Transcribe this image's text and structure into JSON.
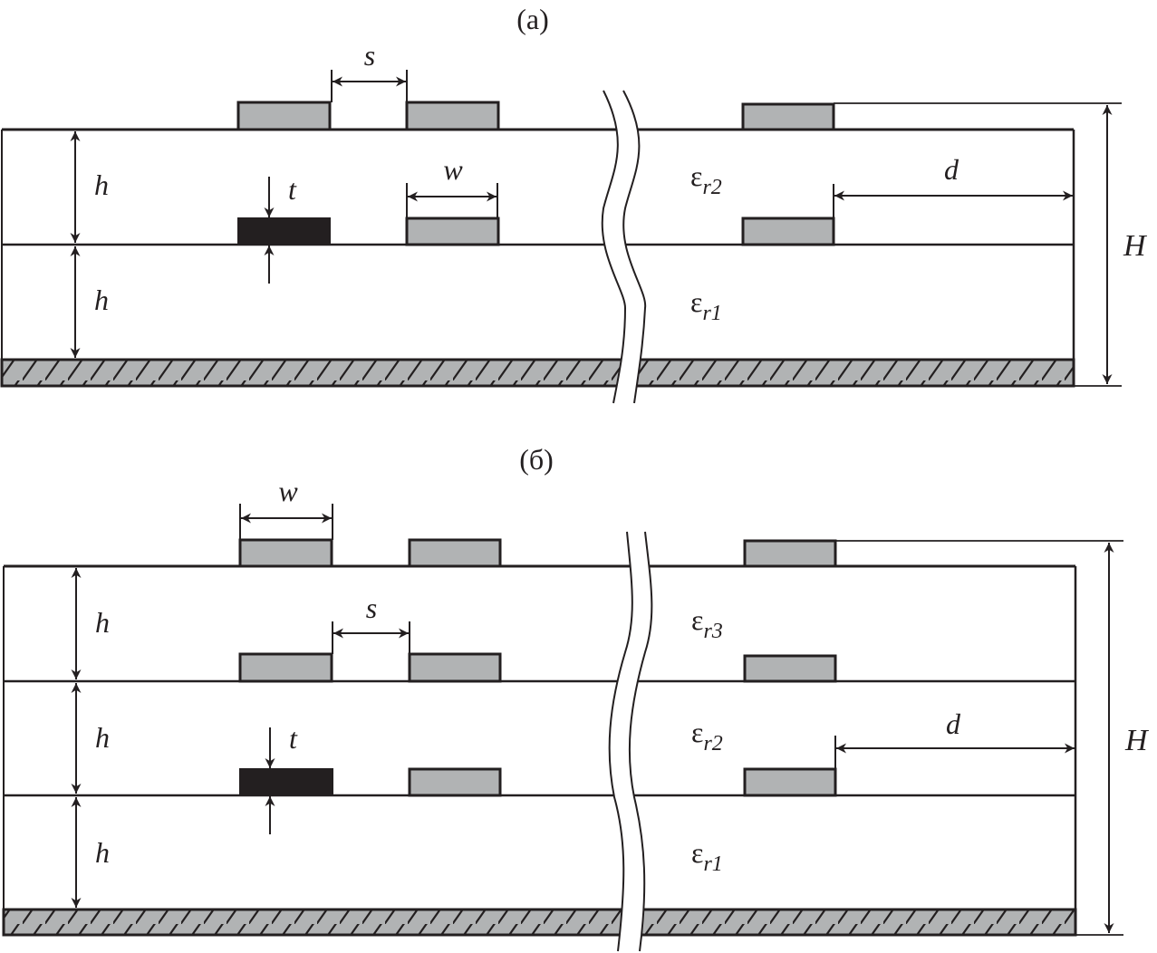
{
  "colors": {
    "stroke": "#231f20",
    "trace_fill": "#b1b3b4",
    "thick_trace_fill": "#231f20",
    "ground_fill": "#b1b3b4",
    "background": "#ffffff"
  },
  "panels": [
    {
      "id": "a",
      "caption": "(a)",
      "dimensions": {
        "spacing": "s",
        "width": "w",
        "thickness": "t",
        "layer_height": "h",
        "edge_distance": "d",
        "total_height": "H"
      },
      "layers": [
        {
          "eps": "ε",
          "sub": "r2"
        },
        {
          "eps": "ε",
          "sub": "r1"
        }
      ]
    },
    {
      "id": "b",
      "caption": "(б)",
      "dimensions": {
        "spacing": "s",
        "width": "w",
        "thickness": "t",
        "layer_height": "h",
        "edge_distance": "d",
        "total_height": "H"
      },
      "layers": [
        {
          "eps": "ε",
          "sub": "r3"
        },
        {
          "eps": "ε",
          "sub": "r2"
        },
        {
          "eps": "ε",
          "sub": "r1"
        }
      ]
    }
  ]
}
